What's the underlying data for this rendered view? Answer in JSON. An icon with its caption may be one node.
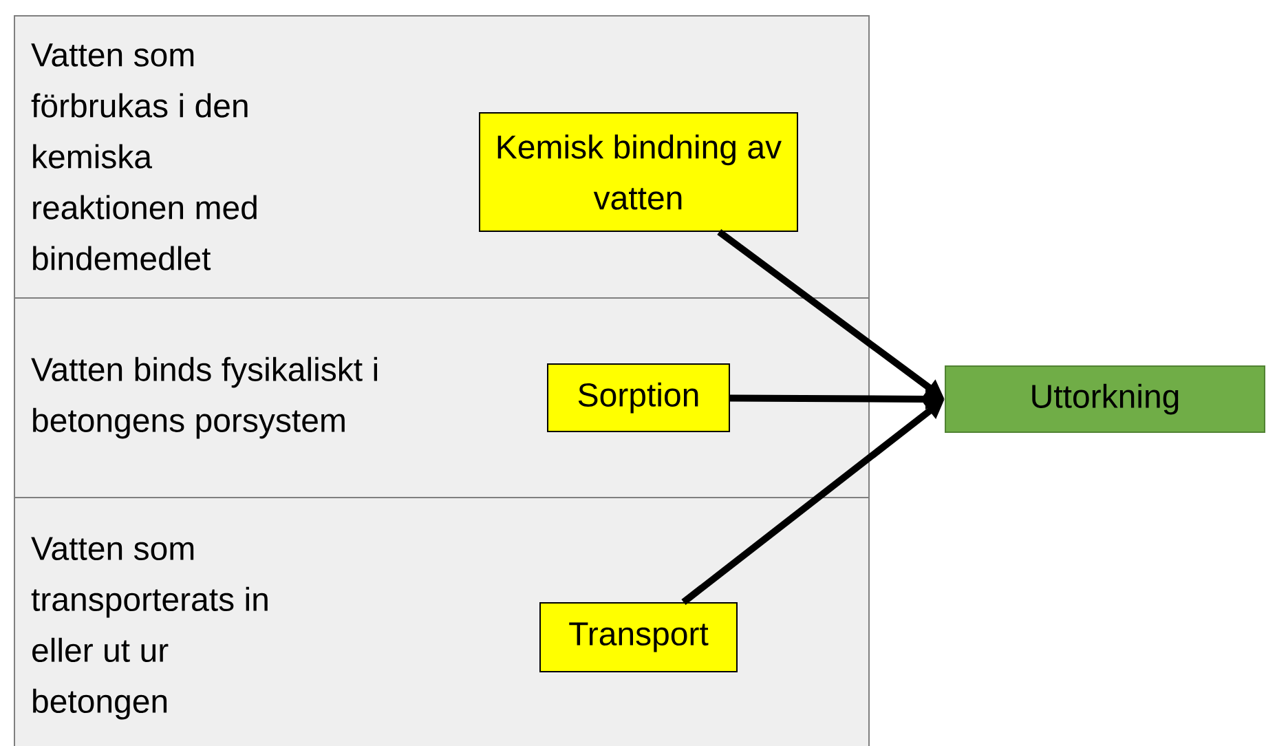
{
  "diagram": {
    "nodes": [
      {
        "text": [
          "Vatten som förbrukas i den kemiska reaktionen med bindemedlet"
        ]
      },
      {
        "text": [
          "Kemisk bindning av vatten"
        ],
        "in": 0
      },
      {
        "text": [
          "Vatten binds fysikaliskt i betongens porsystem"
        ]
      },
      {
        "text": [
          "Sorption"
        ],
        "in": 2
      },
      {
        "text": [
          "Vatten som transporterats in eller ut ur betongen"
        ]
      },
      {
        "text": [
          "Transport"
        ],
        "in": 4
      },
      {
        "text": [
          "Uttorkning"
        ]
      }
    ],
    "edges": [
      {
        "from": 1,
        "to": 6,
        "arrow": "to"
      },
      {
        "from": 3,
        "to": 6,
        "arrow": "to"
      },
      {
        "from": 5,
        "to": 6,
        "arrow": "to"
      }
    ]
  }
}
